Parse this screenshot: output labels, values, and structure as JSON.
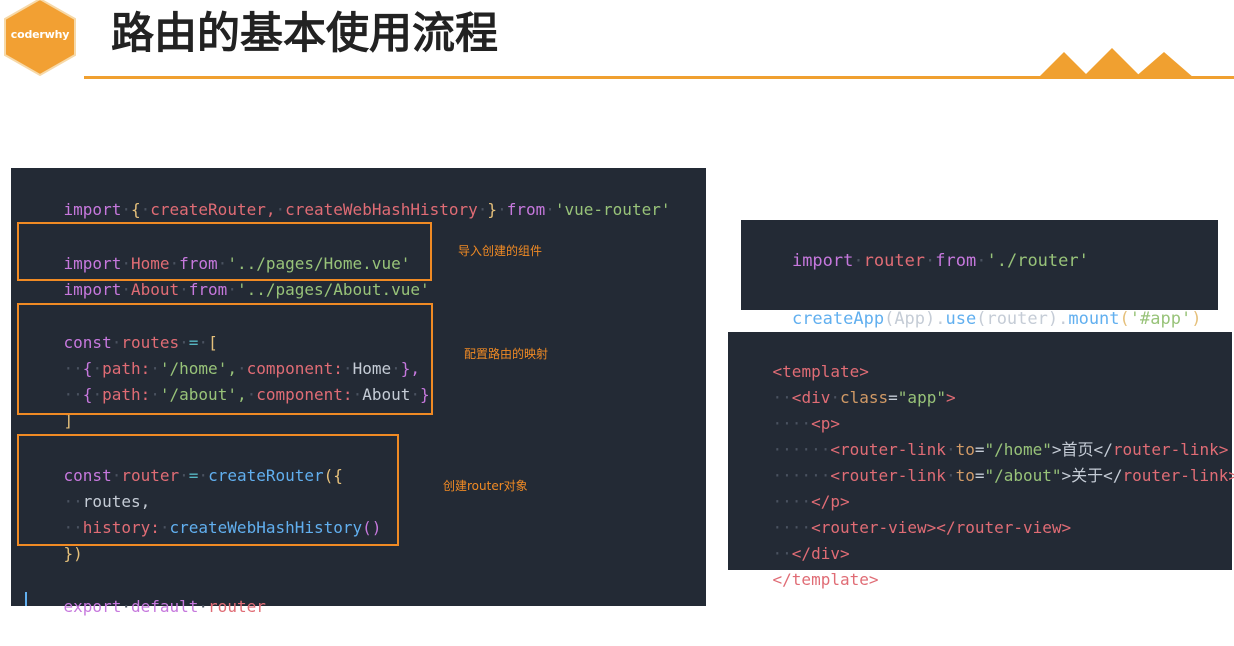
{
  "header": {
    "logo_text": "coderwhy",
    "title": "路由的基本使用流程",
    "accent_color": "#f0a030"
  },
  "code_left": {
    "line1": {
      "kw1": "import",
      "brace_open": "{",
      "id1": "createRouter,",
      "id2": "createWebHashHistory",
      "brace_close": "}",
      "kw2": "from",
      "str": "'vue-router'"
    },
    "line2": {
      "kw1": "import",
      "id": "Home",
      "kw2": "from",
      "str": "'../pages/Home.vue'"
    },
    "line3": {
      "kw1": "import",
      "id": "About",
      "kw2": "from",
      "str": "'../pages/About.vue'"
    },
    "line4": {
      "kw": "const",
      "id": "routes",
      "op": "=",
      "br": "["
    },
    "line5": {
      "br_open": "{",
      "k1": "path:",
      "v1": "'/home',",
      "k2": "component:",
      "v2": "Home",
      "br_close": "},"
    },
    "line6": {
      "br_open": "{",
      "k1": "path:",
      "v1": "'/about',",
      "k2": "component:",
      "v2": "About",
      "br_close": "}"
    },
    "line7": {
      "br": "]"
    },
    "line8": {
      "kw": "const",
      "id": "router",
      "op": "=",
      "fn": "createRouter",
      "br": "({"
    },
    "line9": {
      "text": "routes,"
    },
    "line10": {
      "k": "history:",
      "fn": "createWebHashHistory",
      "paren": "()"
    },
    "line11": {
      "br": "})"
    },
    "line12": {
      "kw1": "export",
      "kw2": "default",
      "id": "router"
    }
  },
  "annotations": {
    "import_components": "导入创建的组件",
    "routes_mapping": "配置路由的映射",
    "create_router": "创建router对象"
  },
  "code_main": {
    "line1": {
      "kw1": "import",
      "id": "router",
      "kw2": "from",
      "str": "'./router'"
    },
    "line2": {
      "fn1": "createApp",
      "p1": "(App).",
      "fn2": "use",
      "p2": "(router).",
      "fn3": "mount",
      "p3o": "(",
      "str": "'#app'",
      "p3c": ")"
    }
  },
  "code_template": {
    "line1": {
      "open": "<",
      "tag": "template",
      "close": ">"
    },
    "line2": {
      "open": "<",
      "tag": "div",
      "attr": "class",
      "eq": "=",
      "val": "\"app\"",
      "close": ">"
    },
    "line3": {
      "open": "<",
      "tag": "p",
      "close": ">"
    },
    "line4": {
      "open": "<",
      "tag": "router-link",
      "attr": "to",
      "eq": "=",
      "val": "\"/home\"",
      "text": ">首页</",
      "tag2": "router-link",
      "close": ">"
    },
    "line5": {
      "open": "<",
      "tag": "router-link",
      "attr": "to",
      "eq": "=",
      "val": "\"/about\"",
      "text": ">关于</",
      "tag2": "router-link",
      "close": ">"
    },
    "line6": {
      "open": "</",
      "tag": "p",
      "close": ">"
    },
    "line7": {
      "open": "<",
      "tag": "router-view",
      "mid": "></",
      "tag2": "router-view",
      "close": ">"
    },
    "line8": {
      "open": "</",
      "tag": "div",
      "close": ">"
    },
    "line9": {
      "open": "</",
      "tag": "template",
      "close": ">"
    }
  }
}
